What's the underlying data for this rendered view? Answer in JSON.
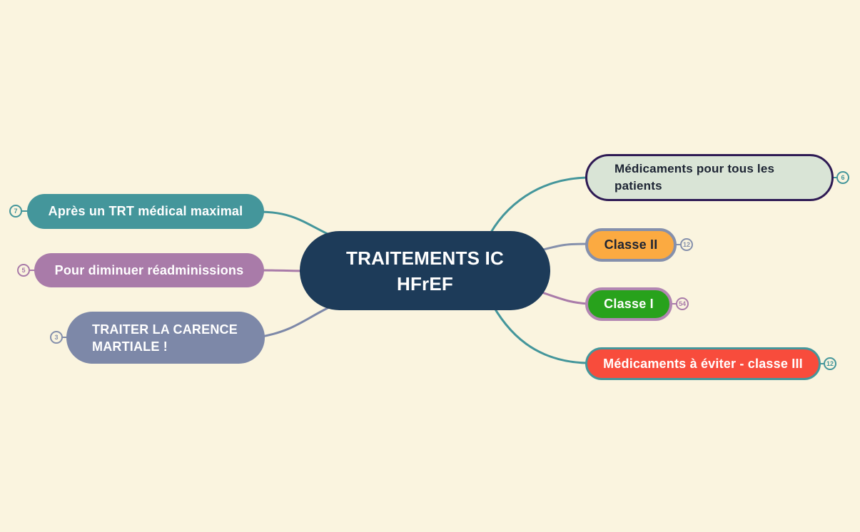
{
  "app": {
    "type": "mindmap-canvas",
    "background_color": "#faf4df"
  },
  "mindmap": {
    "root": {
      "label": "TRAITEMENTS IC HFrEF",
      "fill": "#1d3b59",
      "text_color": "#ffffff"
    },
    "left_branches": [
      {
        "label": "Après un TRT médical maximal",
        "badge": "7",
        "fill": "#44969b",
        "text_color": "#ffffff",
        "connector_color": "#44969b"
      },
      {
        "label": "Pour diminuer réadminissions",
        "badge": "5",
        "fill": "#a97ba9",
        "text_color": "#ffffff",
        "connector_color": "#a97ba9"
      },
      {
        "label": "TRAITER LA CARENCE MARTIALE !",
        "badge": "3",
        "fill": "#7d88a8",
        "text_color": "#ffffff",
        "connector_color": "#7d88a8"
      }
    ],
    "right_branches": [
      {
        "label": "Médicaments pour tous les patients",
        "badge": "6",
        "fill": "#d9e4d6",
        "border_color": "#2e1a54",
        "text_color": "#1d2433",
        "connector_color": "#44969b",
        "icon": "notes-icon"
      },
      {
        "label": "Classe II",
        "badge": "12",
        "fill": "#fbaa41",
        "border_color": "#8590ac",
        "text_color": "#1d2433",
        "connector_color": "#8590ac"
      },
      {
        "label": "Classe I",
        "badge": "54",
        "fill": "#28a21c",
        "border_color": "#b286b2",
        "text_color": "#ffffff",
        "connector_color": "#a97ba9"
      },
      {
        "label": "Médicaments à éviter - classe III",
        "badge": "12",
        "fill": "#f84c3c",
        "border_color": "#44969b",
        "text_color": "#ffffff",
        "connector_color": "#44969b"
      }
    ]
  }
}
